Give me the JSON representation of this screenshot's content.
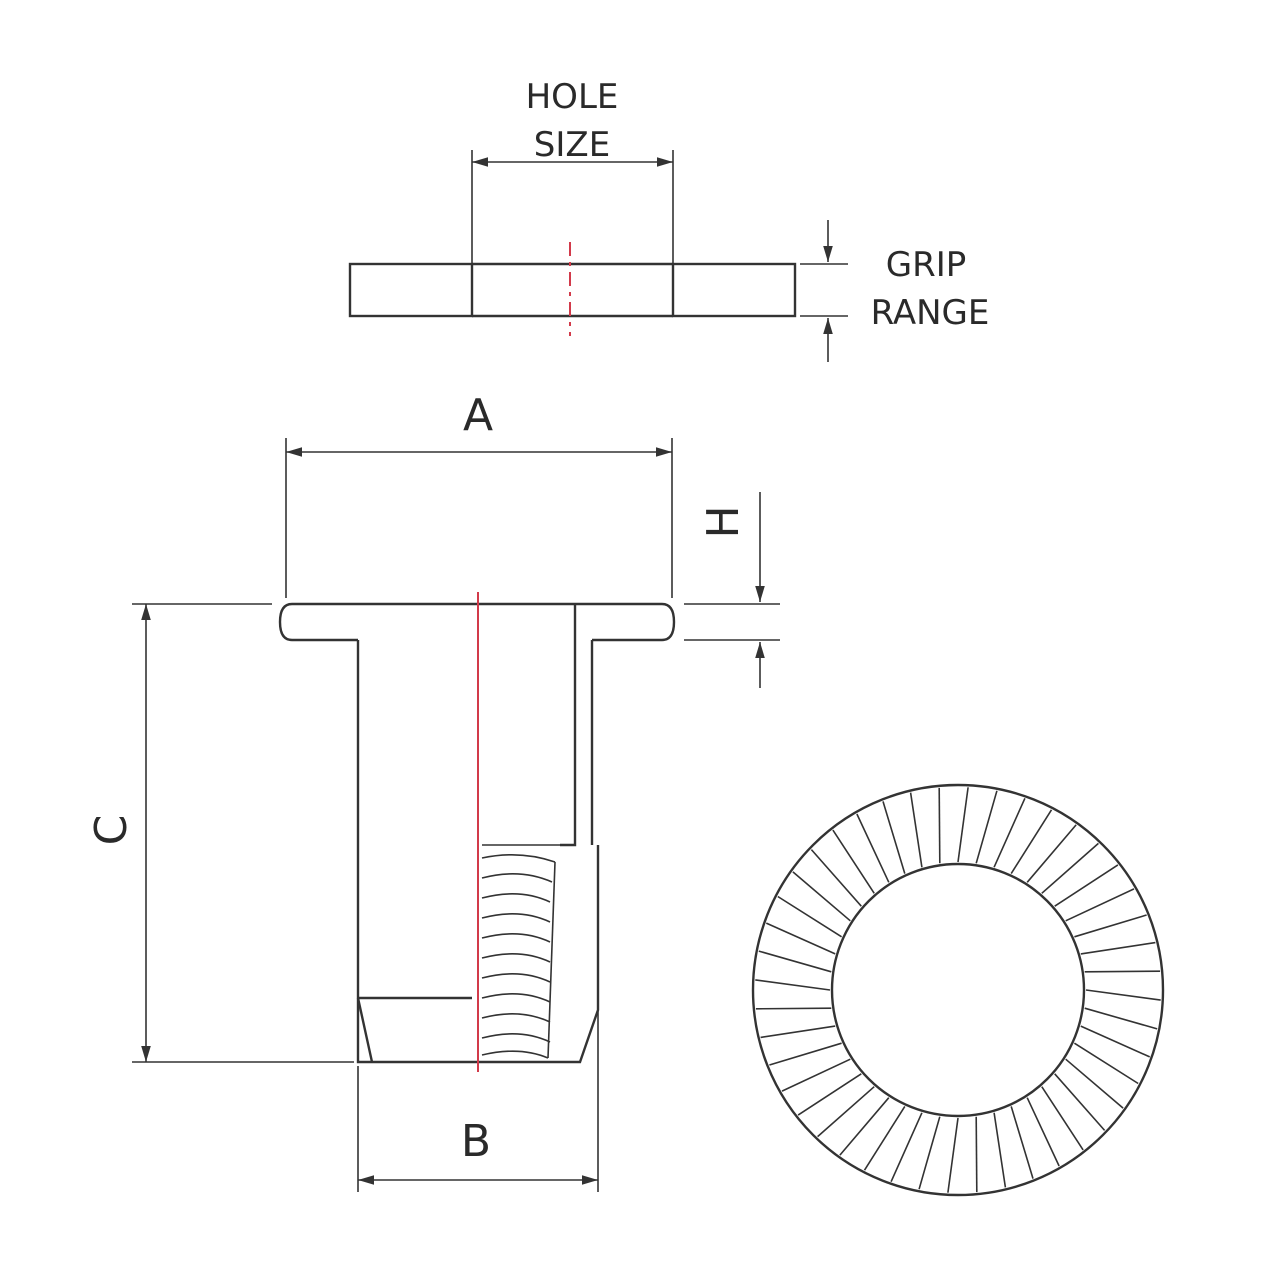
{
  "labels": {
    "hole_size_line1": "HOLE",
    "hole_size_line2": "SIZE",
    "grip_range_line1": "GRIP",
    "grip_range_line2": "RANGE",
    "dim_a": "A",
    "dim_b": "B",
    "dim_c": "C",
    "dim_h": "H"
  },
  "colors": {
    "line": "#333333",
    "centerline": "#d23a4a"
  }
}
